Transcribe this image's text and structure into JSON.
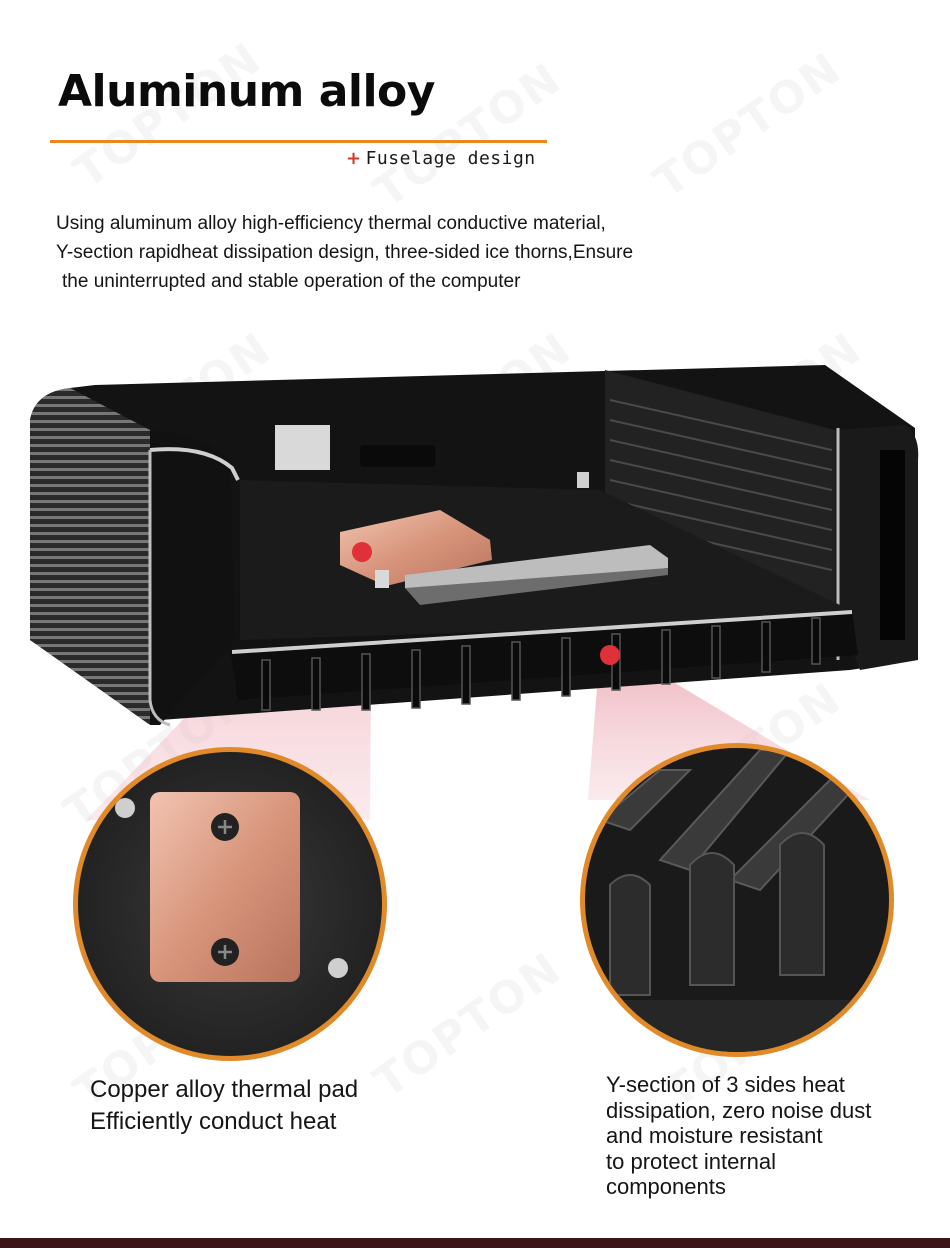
{
  "header": {
    "title": "Aluminum alloy",
    "subtitle_symbol": "+",
    "subtitle": "Fuselage design"
  },
  "intro": {
    "lines": [
      "Using aluminum alloy high-efficiency thermal conductive material,",
      "Y-section rapidheat dissipation design, three-sided ice thorns,Ensure",
      "the uninterrupted and stable operation of the computer"
    ]
  },
  "captions": {
    "left": [
      "Copper alloy thermal pad",
      "Efficiently conduct heat"
    ],
    "right": [
      "Y-section of 3 sides heat",
      "dissipation, zero noise dust",
      "and moisture resistant",
      "to protect internal",
      "components"
    ]
  },
  "watermark": "TOPTON",
  "colors": {
    "accent_orange": "#e8891f",
    "plus_red": "#d43a2a",
    "copper": "#d89a83",
    "case_black": "#161616",
    "footer": "#3b1518"
  }
}
